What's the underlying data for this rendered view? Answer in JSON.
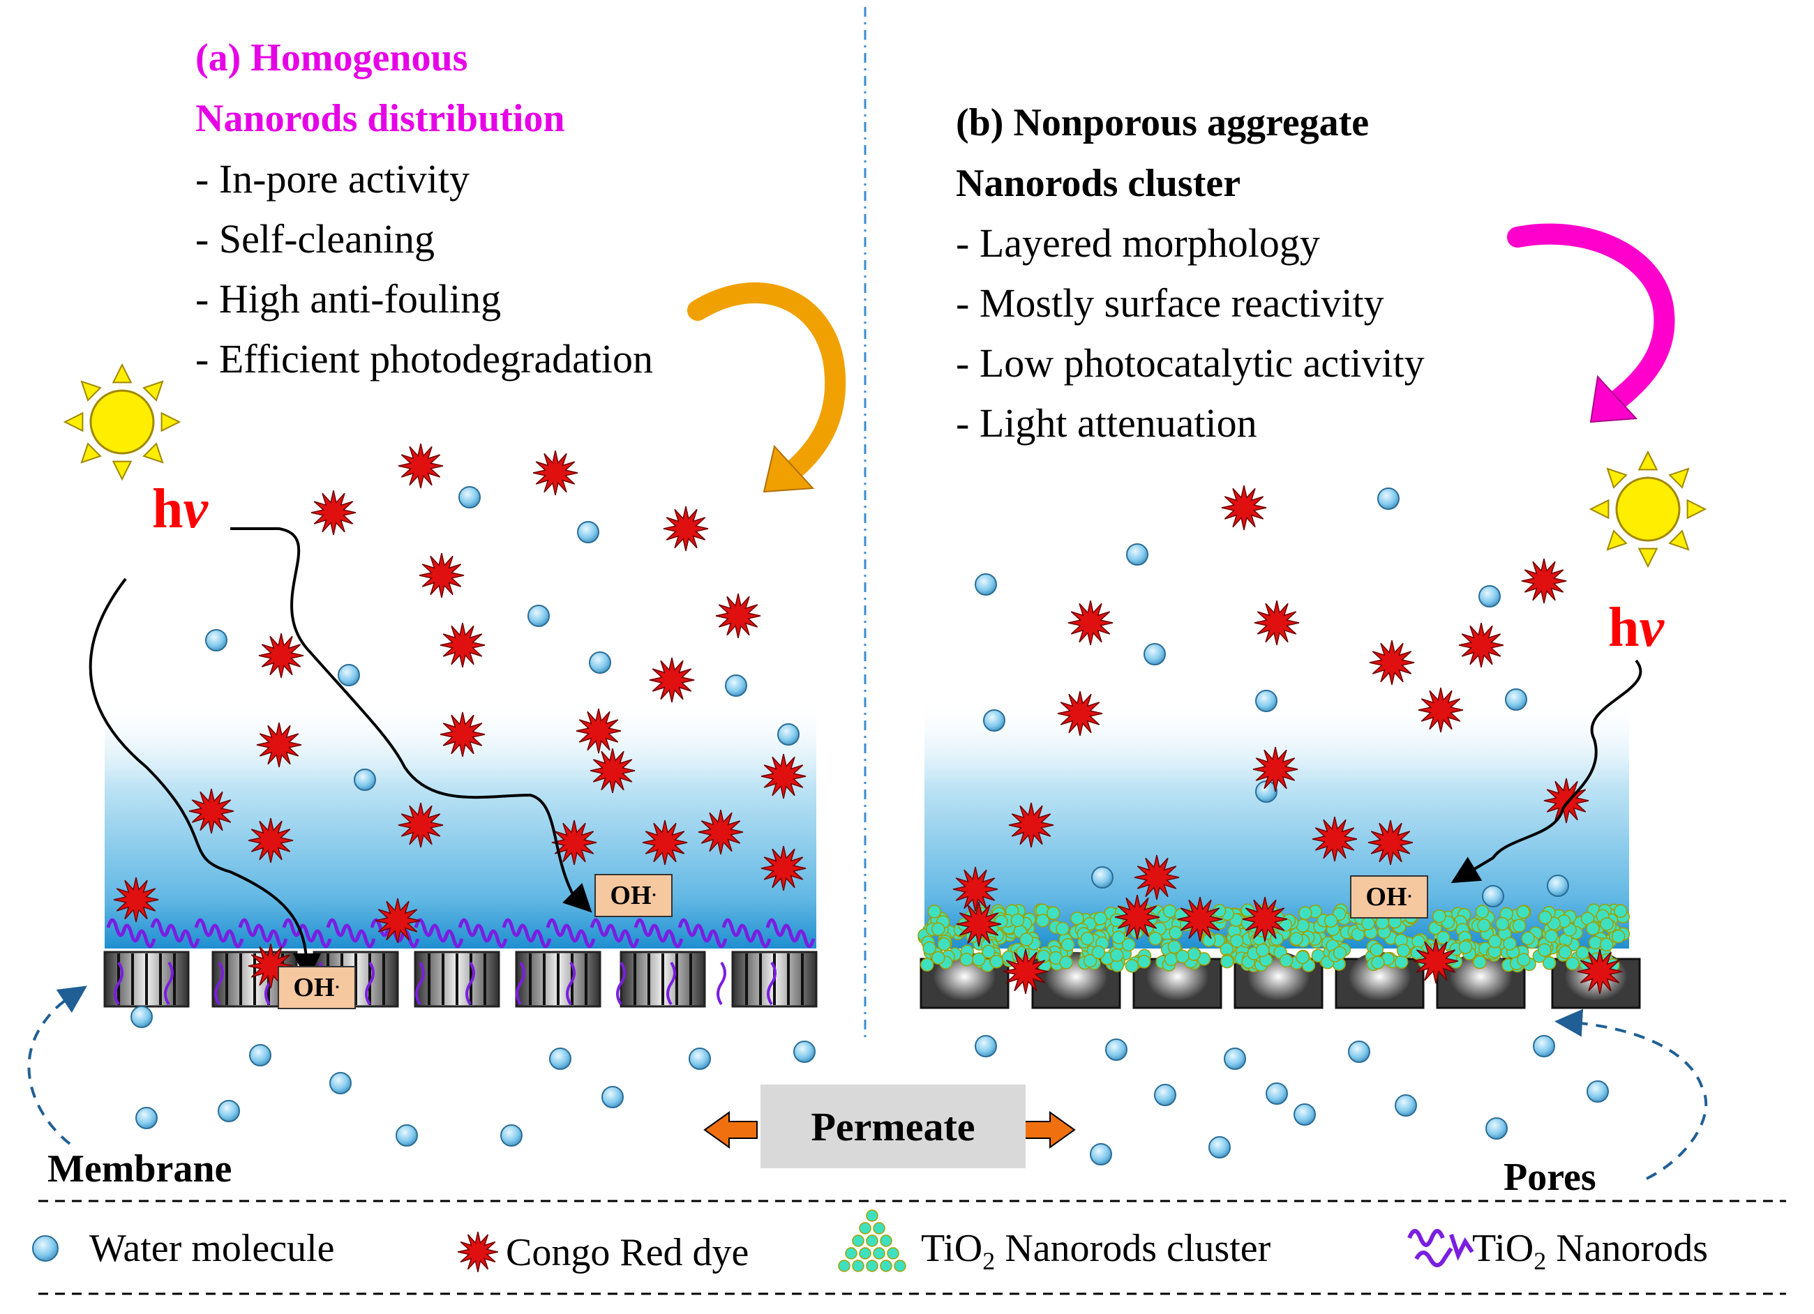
{
  "panel_a": {
    "title_line1": "(a) Homogenous",
    "title_line2": "Nanorods distribution",
    "bullets": [
      "- In-pore activity",
      "- Self-cleaning",
      "- High anti-fouling",
      "- Efficient photodegradation"
    ],
    "hv": "h",
    "hv_nu": "ν",
    "oh_label": "OH",
    "oh_sup": "·",
    "membrane_label": "Membrane"
  },
  "panel_b": {
    "title_line1": "(b) Nonporous aggregate",
    "title_line2": "Nanorods cluster",
    "bullets": [
      "- Layered morphology",
      "- Mostly surface reactivity",
      "- Low photocatalytic activity",
      "- Light attenuation"
    ],
    "hv": "h",
    "hv_nu": "ν",
    "oh_label": "OH",
    "oh_sup": "·",
    "pores_label": "Pores"
  },
  "permeate_label": "Permeate",
  "legend": {
    "water": "Water molecule",
    "dye": "Congo Red dye",
    "cluster_prefix": "TiO",
    "cluster_sub": "2",
    "cluster_suffix": " Nanorods cluster",
    "nanorods_prefix": "TiO",
    "nanorods_sub": "2",
    "nanorods_suffix": " Nanorods"
  },
  "colors": {
    "title_a": "#e600e6",
    "title_b": "#000000",
    "hv": "#ff0000",
    "dye": "#e01010",
    "water": "#7ec8ec",
    "cluster": "#3fe0c0",
    "nanorods": "#8a2be2",
    "sun": "#ffee00",
    "arrow_a": "#f0a000",
    "arrow_b": "#ff00cc",
    "permeate_arrow": "#f07010"
  }
}
